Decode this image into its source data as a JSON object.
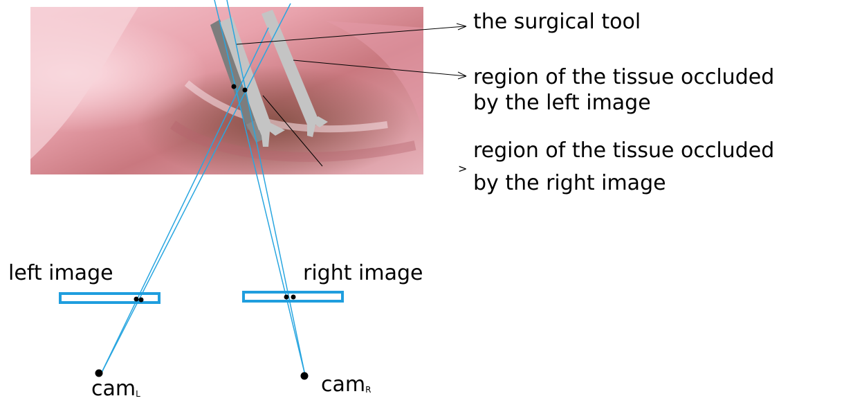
{
  "labels": {
    "tool": "the surgical tool",
    "occluded_left_line1": "region of the tissue occluded",
    "occluded_left_line2": "by the left image",
    "occluded_right_line1": "region of the tissue occluded",
    "occluded_right_line2": "by the right image",
    "left_image": "left image",
    "right_image": "right image",
    "cam_left_base": "cam",
    "cam_left_sub": "L",
    "cam_right_base": "cam",
    "cam_right_sub": "R"
  },
  "arrow_marks": {
    "tool_arrow_head": ">",
    "left_arrow_head": ">",
    "right_arrow_head": ">"
  },
  "colors": {
    "ray": "#29a6e0",
    "image_plane": "#1f9ede",
    "tool_dark": "#7d7d7d",
    "tool_light": "#c4c4c4",
    "tissue": "#e8a3ad",
    "point": "#000000"
  }
}
